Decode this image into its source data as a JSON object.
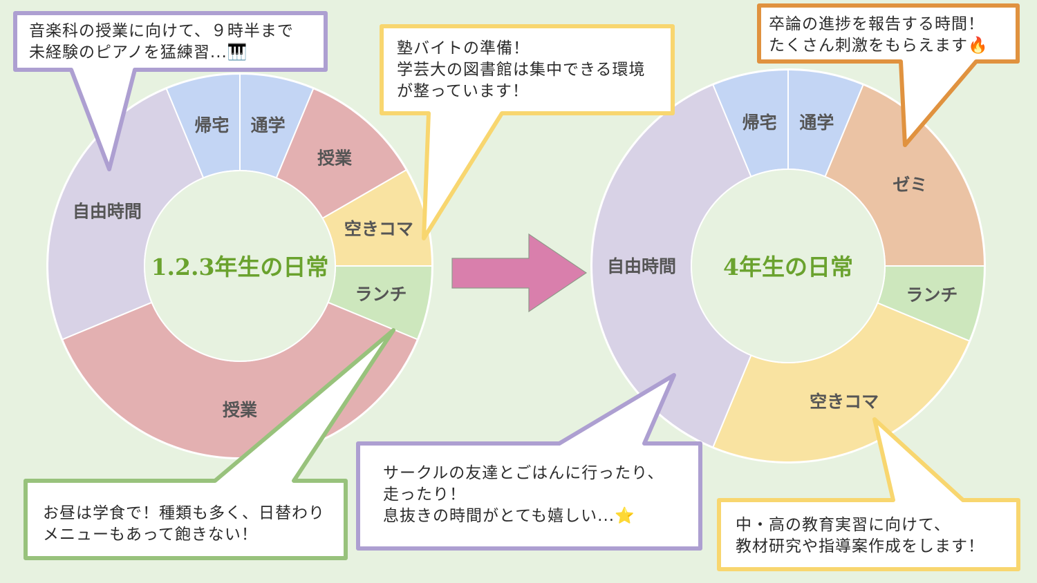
{
  "chart_data": [
    {
      "type": "pie",
      "variant": "donut",
      "title": "1.2.3年生の日常",
      "unit": "hours",
      "start": "top",
      "direction": "clockwise",
      "slices": [
        {
          "label": "通学",
          "value": 1.5,
          "color": "#c3d5f4"
        },
        {
          "label": "授業",
          "value": 2.5,
          "color": "#e3b0b1"
        },
        {
          "label": "空きコマ",
          "value": 2,
          "color": "#f9e3a1"
        },
        {
          "label": "ランチ",
          "value": 1.5,
          "color": "#cde7bd"
        },
        {
          "label": "授業",
          "value": 9,
          "color": "#e3b0b1"
        },
        {
          "label": "自由時間",
          "value": 6,
          "color": "#d8d2e6"
        },
        {
          "label": "帰宅",
          "value": 1.5,
          "color": "#c3d5f4"
        }
      ]
    },
    {
      "type": "pie",
      "variant": "donut",
      "title": "4年生の日常",
      "unit": "hours",
      "start": "top",
      "direction": "clockwise",
      "slices": [
        {
          "label": "通学",
          "value": 1.5,
          "color": "#c3d5f4"
        },
        {
          "label": "ゼミ",
          "value": 4.5,
          "color": "#ebc3a4"
        },
        {
          "label": "ランチ",
          "value": 1.5,
          "color": "#cde7bd"
        },
        {
          "label": "空きコマ",
          "value": 6,
          "color": "#f9e3a1"
        },
        {
          "label": "自由時間",
          "value": 9,
          "color": "#d8d2e6"
        },
        {
          "label": "帰宅",
          "value": 1.5,
          "color": "#c3d5f4"
        }
      ]
    }
  ],
  "colors": {
    "background": "#e7f2e0",
    "center_title": "#6aa22e",
    "slice_label": "#555555",
    "arrow": "#d97fac",
    "arrow_stroke": "#8f9a8a",
    "callout_purple": "#ad9fd1",
    "callout_yellow": "#f8d66f",
    "callout_orange": "#e0923f",
    "callout_green": "#98c27c"
  },
  "arrow": {
    "icon": "right-arrow-icon"
  },
  "callouts": [
    {
      "id": "piano",
      "text": "音楽科の授業に向けて、９時半まで\n未経験のピアノを猛練習...",
      "emoji": "🎹",
      "icon": "piano-keys-icon"
    },
    {
      "id": "juku",
      "text": "塾バイトの準備！\n学芸大の図書館は集中できる環境\nが整っています！"
    },
    {
      "id": "lunch",
      "text": "お昼は学食で！種類も多く、日替わり\nメニューもあって飽きない！"
    },
    {
      "id": "seminar",
      "text": "卒論の進捗を報告する時間！\nたくさん刺激をもらえます",
      "emoji": "🔥",
      "icon": "fire-icon"
    },
    {
      "id": "circle",
      "text": "サークルの友達とごはんに行ったり、\n走ったり！\n息抜きの時間がとても嬉しい...",
      "emoji": "⭐",
      "icon": "star-icon"
    },
    {
      "id": "practicum",
      "text": "中・高の教育実習に向けて、\n教材研究や指導案作成をします！"
    }
  ]
}
